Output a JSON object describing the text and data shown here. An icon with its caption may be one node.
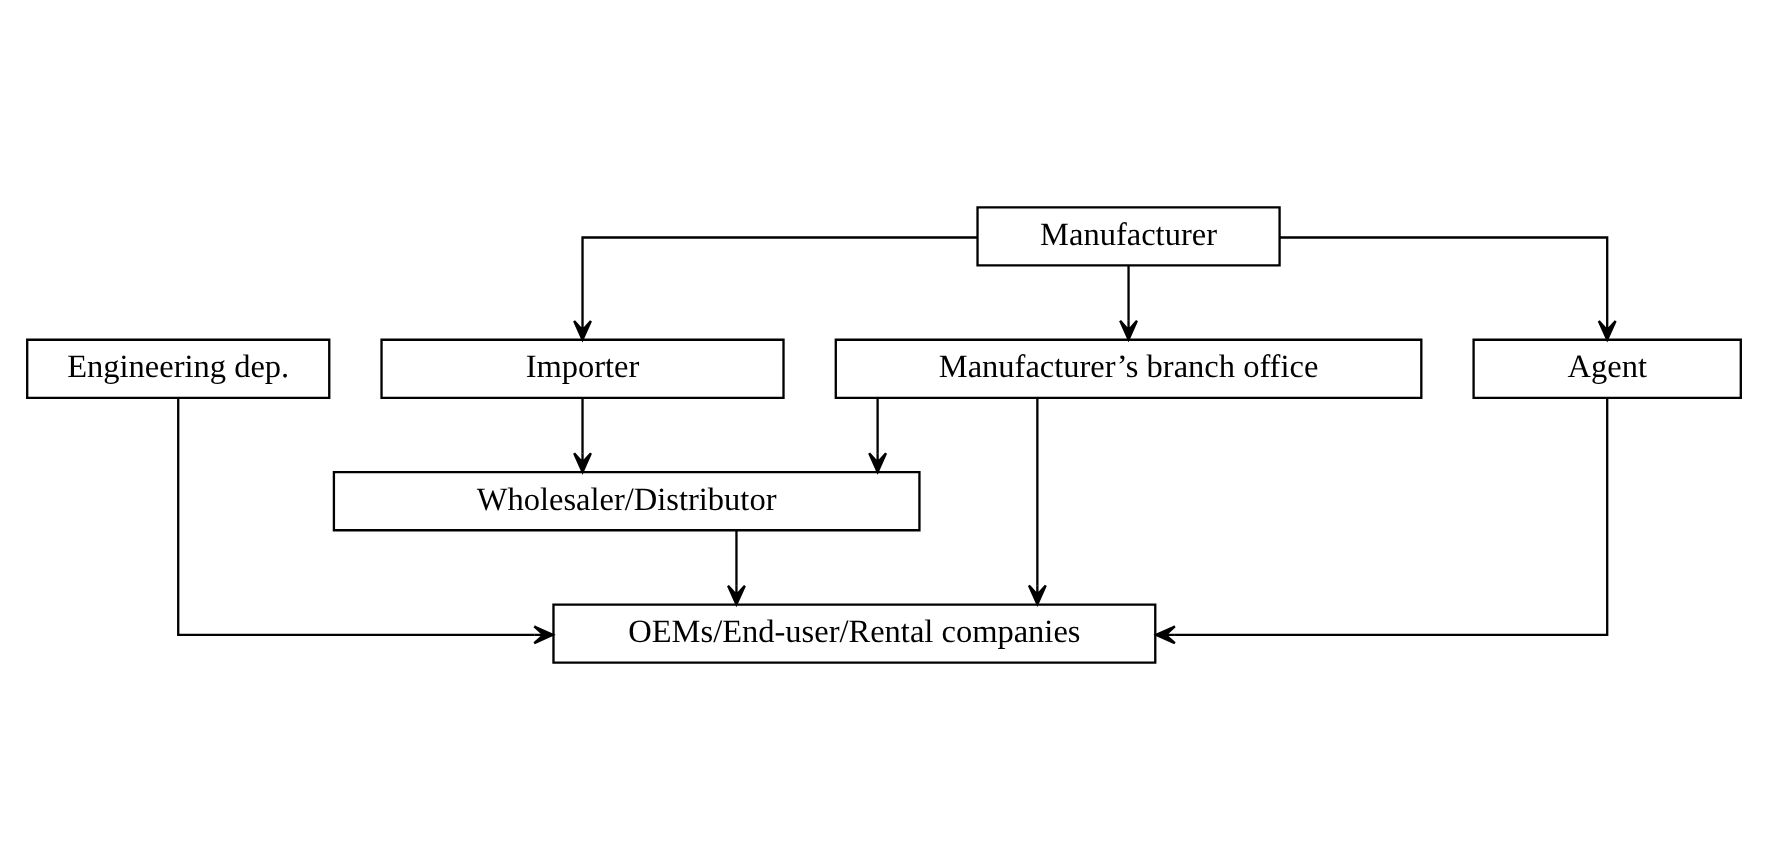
{
  "diagram": {
    "nodes": [
      {
        "text": [
          "Manufacturer"
        ]
      },
      {
        "text": [
          "Agent"
        ]
      },
      {
        "text": [
          "Importer"
        ]
      },
      {
        "text": [
          "Manufacturer’s branch office"
        ]
      },
      {
        "text": [
          "Engineering dep."
        ]
      },
      {
        "text": [
          "Wholesaler/Distributor"
        ]
      },
      {
        "text": [
          "OEMs/End-user/Rental companies"
        ]
      }
    ],
    "edges": [
      {
        "from": 0,
        "to": 2,
        "arrow": "to"
      },
      {
        "from": 0,
        "to": 3,
        "arrow": "to"
      },
      {
        "from": 0,
        "to": 1,
        "arrow": "to"
      },
      {
        "from": 2,
        "to": 5,
        "arrow": "to"
      },
      {
        "from": 3,
        "to": 5,
        "arrow": "to"
      },
      {
        "from": 3,
        "to": 6,
        "arrow": "to"
      },
      {
        "from": 1,
        "to": 6,
        "arrow": "to"
      },
      {
        "from": 4,
        "to": 6,
        "arrow": "to"
      },
      {
        "from": 5,
        "to": 6,
        "arrow": "to"
      }
    ]
  }
}
